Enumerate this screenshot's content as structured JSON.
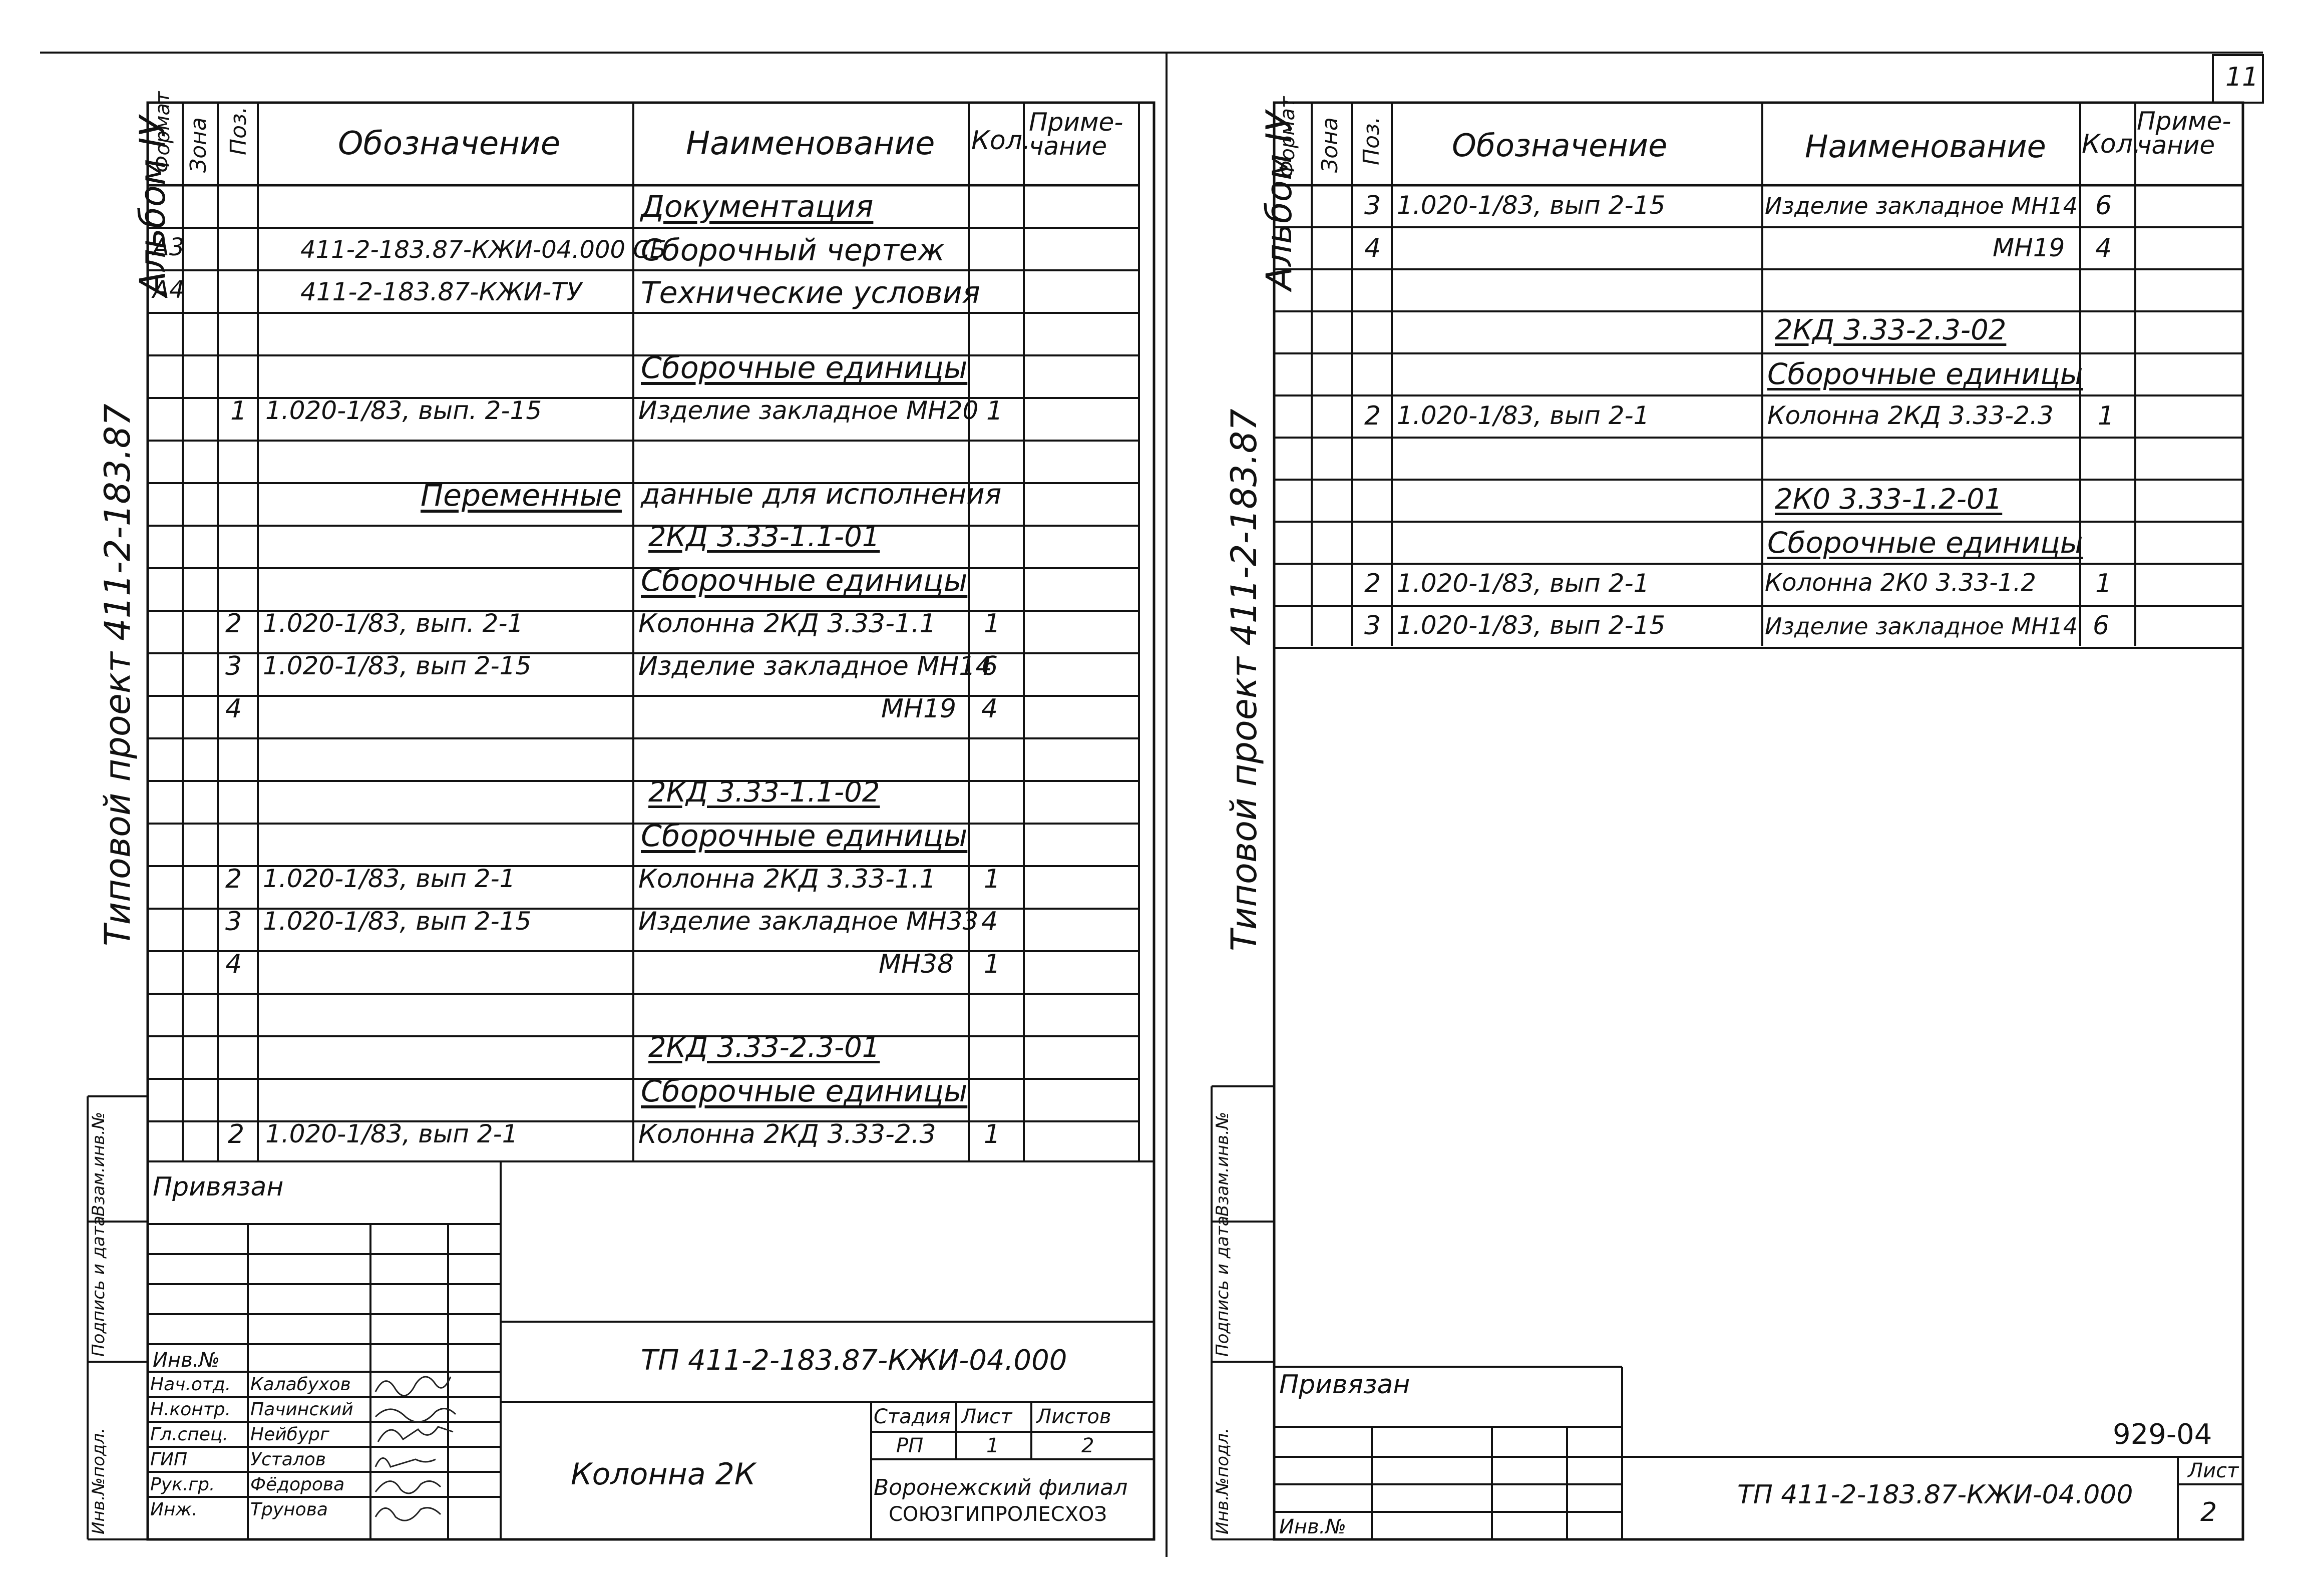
{
  "sheet_number": "11",
  "left_sheet": {
    "side_label": "Альбом IУ",
    "side_project": "Типовой проект 411-2-183.87",
    "header": {
      "format": "Формат",
      "zone": "Зона",
      "pos": "Поз.",
      "designation": "Обозначение",
      "name": "Наименование",
      "qty": "Кол.",
      "note": "Приме-чание"
    },
    "rows": [
      {
        "fmt": "",
        "pos": "",
        "designation": "",
        "name": "Документация",
        "qty": ""
      },
      {
        "fmt": "А3",
        "pos": "",
        "designation": "411-2-183.87-КЖИ-04.000 СБ",
        "name": "Сборочный чертеж",
        "qty": ""
      },
      {
        "fmt": "А4",
        "pos": "",
        "designation": "411-2-183.87-КЖИ-ТУ",
        "name": "Технические условия",
        "qty": ""
      },
      {
        "fmt": "",
        "pos": "",
        "designation": "",
        "name": "",
        "qty": ""
      },
      {
        "fmt": "",
        "pos": "",
        "designation": "",
        "name": "Сборочные единицы",
        "qty": ""
      },
      {
        "fmt": "",
        "pos": "1",
        "designation": "1.020-1/83, вып. 2-15",
        "name": "Изделие закладное МН20",
        "qty": "1"
      },
      {
        "fmt": "",
        "pos": "",
        "designation": "",
        "name": "",
        "qty": ""
      },
      {
        "fmt": "",
        "pos": "",
        "designation": "Переменные",
        "name": "данные для исполнения",
        "qty": ""
      },
      {
        "fmt": "",
        "pos": "",
        "designation": "",
        "name": "2КД 3.33-1.1-01",
        "qty": ""
      },
      {
        "fmt": "",
        "pos": "",
        "designation": "",
        "name": "Сборочные единицы",
        "qty": ""
      },
      {
        "fmt": "",
        "pos": "2",
        "designation": "1.020-1/83, вып. 2-1",
        "name": "Колонна 2КД 3.33-1.1",
        "qty": "1"
      },
      {
        "fmt": "",
        "pos": "3",
        "designation": "1.020-1/83, вып 2-15",
        "name": "Изделие закладное МН14",
        "qty": "6"
      },
      {
        "fmt": "",
        "pos": "4",
        "designation": "",
        "name": "МН19",
        "qty": "4"
      },
      {
        "fmt": "",
        "pos": "",
        "designation": "",
        "name": "",
        "qty": ""
      },
      {
        "fmt": "",
        "pos": "",
        "designation": "",
        "name": "2КД 3.33-1.1-02",
        "qty": ""
      },
      {
        "fmt": "",
        "pos": "",
        "designation": "",
        "name": "Сборочные единицы",
        "qty": ""
      },
      {
        "fmt": "",
        "pos": "2",
        "designation": "1.020-1/83, вып 2-1",
        "name": "Колонна 2КД 3.33-1.1",
        "qty": "1"
      },
      {
        "fmt": "",
        "pos": "3",
        "designation": "1.020-1/83, вып 2-15",
        "name": "Изделие закладное МН33",
        "qty": "4"
      },
      {
        "fmt": "",
        "pos": "4",
        "designation": "",
        "name": "МН38",
        "qty": "1"
      },
      {
        "fmt": "",
        "pos": "",
        "designation": "",
        "name": "",
        "qty": ""
      },
      {
        "fmt": "",
        "pos": "",
        "designation": "",
        "name": "2КД 3.33-2.3-01",
        "qty": ""
      },
      {
        "fmt": "",
        "pos": "",
        "designation": "",
        "name": "Сборочные единицы",
        "qty": ""
      },
      {
        "fmt": "",
        "pos": "2",
        "designation": "1.020-1/83, вып 2-1",
        "name": "Колонна 2КД 3.33-2.3",
        "qty": "1"
      }
    ],
    "margin_labels": {
      "inv_orig": "Инв.№подл.",
      "sign_date": "Подпись и дата",
      "vzam": "Взам.инв.№"
    },
    "title_block": {
      "privyazan": "Привязан",
      "inv_no": "Инв.№",
      "roles": [
        {
          "role": "Нач.отд.",
          "name": "Калабухов"
        },
        {
          "role": "Н.контр.",
          "name": "Пачинский"
        },
        {
          "role": "Гл.спец.",
          "name": "Нейбург"
        },
        {
          "role": "ГИП",
          "name": "Усталов"
        },
        {
          "role": "Рук.гр.",
          "name": "Фёдорова"
        },
        {
          "role": "Инж.",
          "name": "Трунова"
        }
      ],
      "doc_code": "ТП 411-2-183.87-КЖИ-04.000",
      "title": "Колонна 2К",
      "stage_label": "Стадия",
      "sheet_label": "Лист",
      "sheets_label": "Листов",
      "stage": "РП",
      "sheet": "1",
      "sheets": "2",
      "org_line1": "Воронежский филиал",
      "org_line2": "СОЮЗГИПРОЛЕСХОЗ"
    }
  },
  "right_sheet": {
    "side_label": "Альбом IУ",
    "side_project": "Типовой проект 411-2-183.87",
    "header": {
      "format": "Формат",
      "zone": "Зона",
      "pos": "Поз.",
      "designation": "Обозначение",
      "name": "Наименование",
      "qty": "Кол.",
      "note": "Приме-чание"
    },
    "rows": [
      {
        "pos": "3",
        "designation": "1.020-1/83, вып 2-15",
        "name": "Изделие закладное МН14",
        "qty": "6"
      },
      {
        "pos": "4",
        "designation": "",
        "name": "МН19",
        "qty": "4"
      },
      {
        "pos": "",
        "designation": "",
        "name": "",
        "qty": ""
      },
      {
        "pos": "",
        "designation": "",
        "name": "2КД 3.33-2.3-02",
        "qty": ""
      },
      {
        "pos": "",
        "designation": "",
        "name": "Сборочные единицы",
        "qty": ""
      },
      {
        "pos": "2",
        "designation": "1.020-1/83, вып 2-1",
        "name": "Колонна 2КД 3.33-2.3",
        "qty": "1"
      },
      {
        "pos": "",
        "designation": "",
        "name": "",
        "qty": ""
      },
      {
        "pos": "",
        "designation": "",
        "name": "2К0 3.33-1.2-01",
        "qty": ""
      },
      {
        "pos": "",
        "designation": "",
        "name": "Сборочные единицы",
        "qty": ""
      },
      {
        "pos": "2",
        "designation": "1.020-1/83, вып 2-1",
        "name": "Колонна 2К0 3.33-1.2",
        "qty": "1"
      },
      {
        "pos": "3",
        "designation": "1.020-1/83, вып 2-15",
        "name": "Изделие закладное МН14",
        "qty": "6"
      }
    ],
    "margin_labels": {
      "inv_orig": "Инв.№подл.",
      "sign_date": "Подпись и дата",
      "vzam": "Взам.инв.№"
    },
    "title_block": {
      "privyazan": "Привязан",
      "inv_no": "Инв.№",
      "stamp": "929-04",
      "doc_code": "ТП 411-2-183.87-КЖИ-04.000",
      "sheet_label": "Лист",
      "sheet": "2"
    }
  }
}
